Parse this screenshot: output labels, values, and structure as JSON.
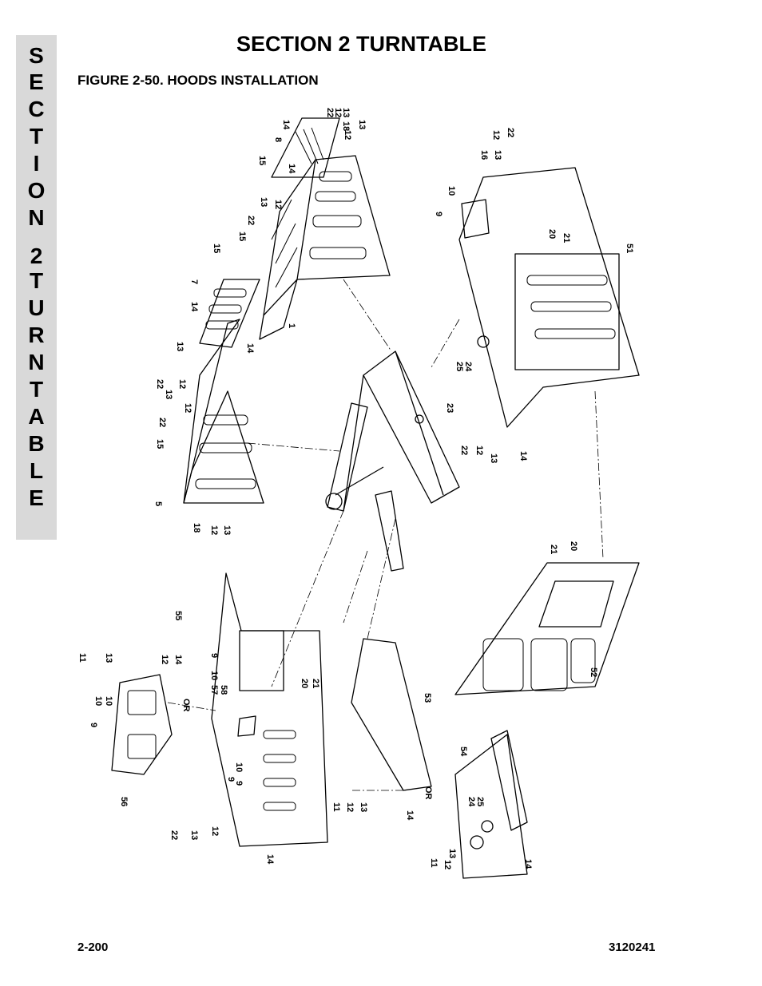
{
  "header": {
    "section_title": "SECTION 2  TURNTABLE",
    "figure_title": "FIGURE 2-50.  HOODS INSTALLATION"
  },
  "side_tab": {
    "letters": [
      "S",
      "E",
      "C",
      "T",
      "I",
      "O",
      "N",
      "2",
      "T",
      "U",
      "R",
      "N",
      "T",
      "A",
      "B",
      "L",
      "E"
    ]
  },
  "footer": {
    "page_number": "2-200",
    "document_number": "3120241"
  },
  "callouts": [
    {
      "id": "c1",
      "text": "22"
    },
    {
      "id": "c2",
      "text": "12"
    },
    {
      "id": "c3",
      "text": "13"
    },
    {
      "id": "c4",
      "text": "14"
    },
    {
      "id": "c5",
      "text": "8"
    },
    {
      "id": "c6",
      "text": "18"
    },
    {
      "id": "c7",
      "text": "12"
    },
    {
      "id": "c8",
      "text": "13"
    },
    {
      "id": "c9",
      "text": "15"
    },
    {
      "id": "c10",
      "text": "14"
    },
    {
      "id": "c11",
      "text": "13"
    },
    {
      "id": "c12",
      "text": "12"
    },
    {
      "id": "c13",
      "text": "22"
    },
    {
      "id": "c14",
      "text": "15"
    },
    {
      "id": "c15",
      "text": "1"
    },
    {
      "id": "c16",
      "text": "15"
    },
    {
      "id": "c17",
      "text": "7"
    },
    {
      "id": "c18",
      "text": "14"
    },
    {
      "id": "c19",
      "text": "14"
    },
    {
      "id": "c20",
      "text": "13"
    },
    {
      "id": "c21",
      "text": "22"
    },
    {
      "id": "c22",
      "text": "12"
    },
    {
      "id": "c23",
      "text": "13"
    },
    {
      "id": "c24",
      "text": "22"
    },
    {
      "id": "c25",
      "text": "12"
    },
    {
      "id": "c26",
      "text": "15"
    },
    {
      "id": "c27",
      "text": "5"
    },
    {
      "id": "c28",
      "text": "18"
    },
    {
      "id": "c29",
      "text": "12"
    },
    {
      "id": "c30",
      "text": "13"
    },
    {
      "id": "c31",
      "text": "12"
    },
    {
      "id": "c32",
      "text": "22"
    },
    {
      "id": "c33",
      "text": "16"
    },
    {
      "id": "c34",
      "text": "13"
    },
    {
      "id": "c35",
      "text": "10"
    },
    {
      "id": "c36",
      "text": "9"
    },
    {
      "id": "c37",
      "text": "20"
    },
    {
      "id": "c38",
      "text": "21"
    },
    {
      "id": "c39",
      "text": "51"
    },
    {
      "id": "c40",
      "text": "25"
    },
    {
      "id": "c41",
      "text": "24"
    },
    {
      "id": "c42",
      "text": "23"
    },
    {
      "id": "c43",
      "text": "22"
    },
    {
      "id": "c44",
      "text": "12"
    },
    {
      "id": "c45",
      "text": "13"
    },
    {
      "id": "c46",
      "text": "14"
    },
    {
      "id": "c47",
      "text": "21"
    },
    {
      "id": "c48",
      "text": "20"
    },
    {
      "id": "c49",
      "text": "52"
    },
    {
      "id": "c50",
      "text": "55"
    },
    {
      "id": "c51",
      "text": "11"
    },
    {
      "id": "c52",
      "text": "13"
    },
    {
      "id": "c53",
      "text": "12"
    },
    {
      "id": "c54",
      "text": "14"
    },
    {
      "id": "c55",
      "text": "9"
    },
    {
      "id": "c56",
      "text": "10"
    },
    {
      "id": "c57",
      "text": "57"
    },
    {
      "id": "c58",
      "text": "58"
    },
    {
      "id": "c59",
      "text": "10"
    },
    {
      "id": "c60",
      "text": "9"
    },
    {
      "id": "c61",
      "text": "OR"
    },
    {
      "id": "c62",
      "text": "20"
    },
    {
      "id": "c63",
      "text": "21"
    },
    {
      "id": "c64",
      "text": "53"
    },
    {
      "id": "c65",
      "text": "56"
    },
    {
      "id": "c66",
      "text": "9"
    },
    {
      "id": "c67",
      "text": "10"
    },
    {
      "id": "c68",
      "text": "22"
    },
    {
      "id": "c69",
      "text": "13"
    },
    {
      "id": "c70",
      "text": "12"
    },
    {
      "id": "c71",
      "text": "14"
    },
    {
      "id": "c72",
      "text": "11"
    },
    {
      "id": "c73",
      "text": "12"
    },
    {
      "id": "c74",
      "text": "13"
    },
    {
      "id": "c75",
      "text": "14"
    },
    {
      "id": "c76",
      "text": "OR"
    },
    {
      "id": "c77",
      "text": "54"
    },
    {
      "id": "c78",
      "text": "24"
    },
    {
      "id": "c79",
      "text": "25"
    },
    {
      "id": "c80",
      "text": "11"
    },
    {
      "id": "c81",
      "text": "12"
    },
    {
      "id": "c82",
      "text": "13"
    },
    {
      "id": "c83",
      "text": "14"
    },
    {
      "id": "c84",
      "text": "10"
    },
    {
      "id": "c85",
      "text": "9"
    }
  ]
}
